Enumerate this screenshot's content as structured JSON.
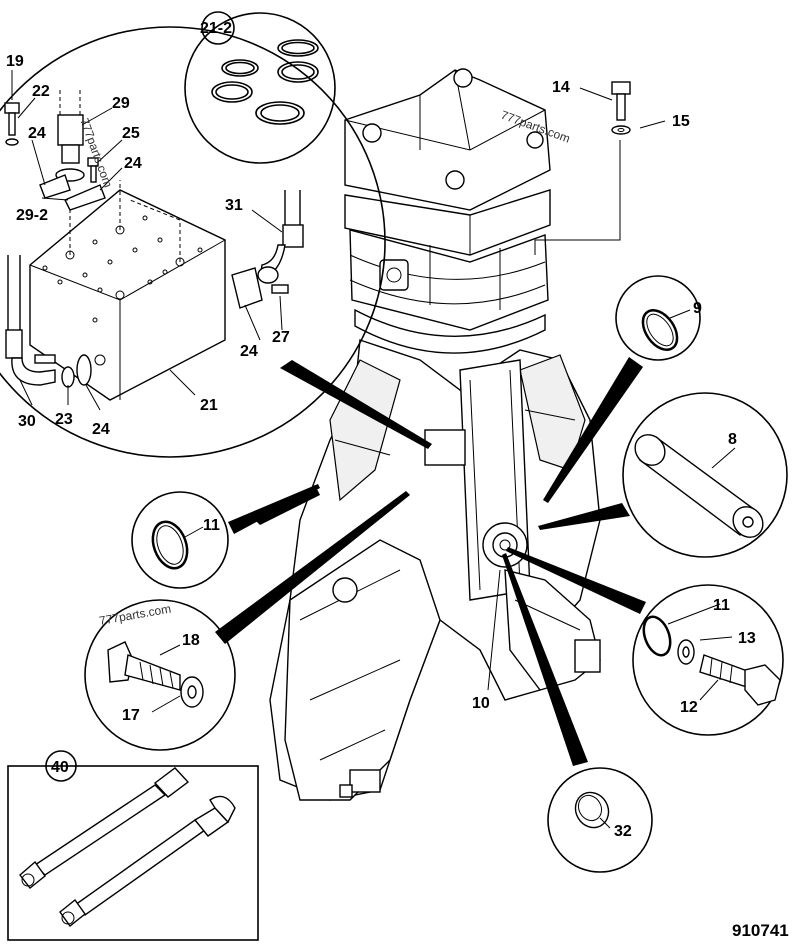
{
  "labels": {
    "p19": "19",
    "p22": "22",
    "p29": "29",
    "p24a": "24",
    "p25": "25",
    "p24b": "24",
    "p29_2": "29-2",
    "p21_2": "21-2",
    "p31": "31",
    "p14": "14",
    "p15": "15",
    "p24c": "24",
    "p27": "27",
    "p30": "30",
    "p23": "23",
    "p24d": "24",
    "p21": "21",
    "p9": "9",
    "p8": "8",
    "p11a": "11",
    "p18": "18",
    "p17": "17",
    "p11b": "11",
    "p13": "13",
    "p12": "12",
    "p10": "10",
    "p40": "40",
    "p32": "32"
  },
  "watermarks": {
    "w1": "777parts.com",
    "w2": "777parts.com",
    "w3": "777parts.com"
  },
  "drawing_number": "910741"
}
